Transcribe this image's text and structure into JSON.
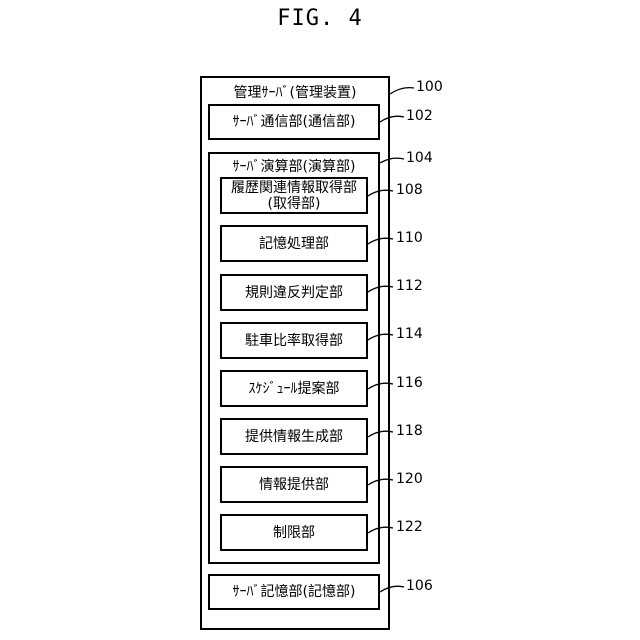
{
  "figure_title": "FIG. 4",
  "server": {
    "label": "管理ｻｰﾊﾞ(管理装置)",
    "ref": "100"
  },
  "communication": {
    "label": "ｻｰﾊﾞ通信部(通信部)",
    "ref": "102"
  },
  "computation": {
    "label": "ｻｰﾊﾞ演算部(演算部)",
    "ref": "104",
    "units": [
      {
        "label": "履歴関連情報取得部",
        "sublabel": "(取得部)",
        "ref": "108"
      },
      {
        "label": "記憶処理部",
        "ref": "110"
      },
      {
        "label": "規則違反判定部",
        "ref": "112"
      },
      {
        "label": "駐車比率取得部",
        "ref": "114"
      },
      {
        "label": "ｽｹｼﾞｭｰﾙ提案部",
        "ref": "116"
      },
      {
        "label": "提供情報生成部",
        "ref": "118"
      },
      {
        "label": "情報提供部",
        "ref": "120"
      },
      {
        "label": "制限部",
        "ref": "122"
      }
    ]
  },
  "storage": {
    "label": "ｻｰﾊﾞ記憶部(記憶部)",
    "ref": "106"
  }
}
